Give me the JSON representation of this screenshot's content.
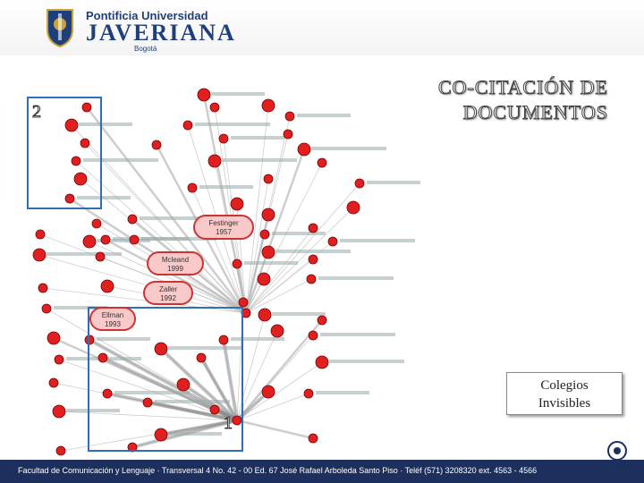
{
  "header": {
    "line1": "Pontificia Universidad",
    "line2": "JAVERIANA",
    "line3": "Bogotá"
  },
  "slide": {
    "title_line1": "CO-CITACIÓN DE",
    "title_line2": "DOCUMENTOS",
    "box1_label": "1",
    "box2_label": "2",
    "colegios_line1": "Colegios",
    "colegios_line2": "Invisibles"
  },
  "highlights": [
    {
      "line1": "Festinger",
      "line2": "1957"
    },
    {
      "line1": "Mcleand",
      "line2": "1999"
    },
    {
      "line1": "Zaller",
      "line2": "1992"
    },
    {
      "line1": "Ellman",
      "line2": "1993"
    }
  ],
  "footer": {
    "text": "Facultad de Comunicación y Lenguaje · Transversal 4 No. 42 - 00 Ed. 67 José Rafael Arboleda Santo Piso · Teléf (571) 3208320 ext. 4563 - 4566"
  },
  "logo2": {
    "text": "Facultad de Comunicación y Lenguaje"
  },
  "colors": {
    "node": "#e02020",
    "box": "#2f6fb6",
    "footer": "#1d2f5d",
    "brand": "#1f3f7a"
  }
}
